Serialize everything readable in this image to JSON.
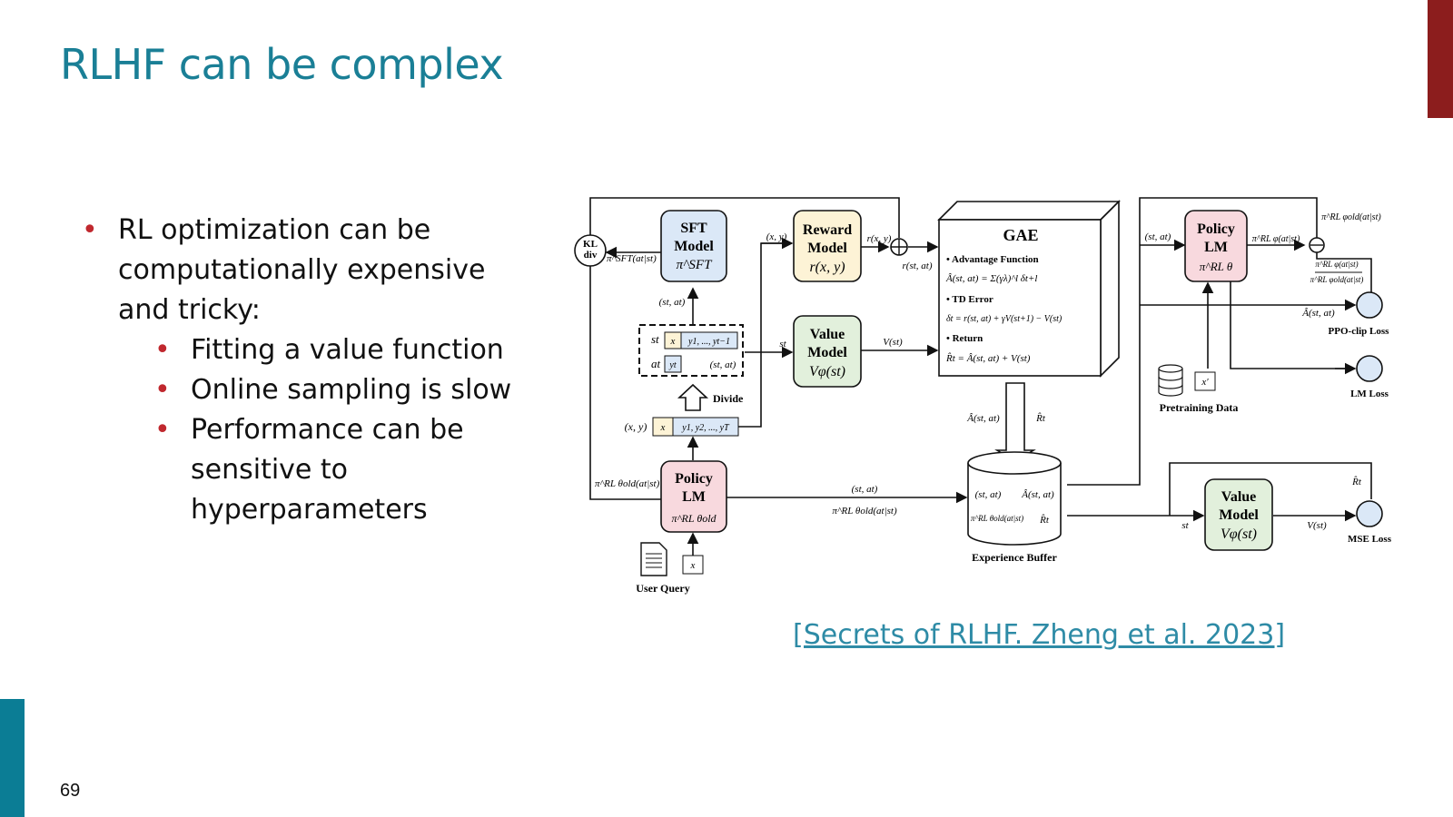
{
  "slide": {
    "title": "RLHF can be complex",
    "page_number": "69",
    "citation": "[Secrets of RLHF. Zheng et al. 2023]",
    "bullets": {
      "main": "RL optimization can be computationally expensive and tricky:",
      "sub": [
        "Fitting a value function",
        "Online sampling is slow",
        "Performance can be sensitive to hyperparameters"
      ]
    }
  },
  "colors": {
    "title": "#1a7f96",
    "bullet": "#c0282e",
    "accent_top": "#8c1d1d",
    "accent_bottom": "#0b7d95",
    "sft_fill": "#dbe8f7",
    "reward_fill": "#fdf3d6",
    "value_fill": "#e2f0dc",
    "policy_fill": "#f8d9de",
    "loss_fill": "#dbe8f7"
  },
  "diagram": {
    "kl": {
      "line1": "KL",
      "line2": "div"
    },
    "sft_model": {
      "line1": "SFT",
      "line2": "Model",
      "line3": "π^SFT"
    },
    "reward_model": {
      "line1": "Reward",
      "line2": "Model",
      "line3": "r(x, y)"
    },
    "value_model_top": {
      "line1": "Value",
      "line2": "Model",
      "line3": "Vφ(st)"
    },
    "policy_old": {
      "line1": "Policy",
      "line2": "LM",
      "line3": "π^RL θold"
    },
    "policy_new": {
      "line1": "Policy",
      "line2": "LM",
      "line3": "π^RL θ"
    },
    "value_model_right": {
      "line1": "Value",
      "line2": "Model",
      "line3": "Vφ(st)"
    },
    "gae": {
      "title": "GAE",
      "item1": "Advantage Function",
      "eq1": "Â(st, at) = Σ(γλ)^l δt+l",
      "item2": "TD Error",
      "eq2": "δt = r(st, at) + γV(st+1) − V(st)",
      "item3": "Return",
      "eq3": "R̂t = Â(st, at) + V(st)"
    },
    "experience_buffer": {
      "label": "Experience Buffer",
      "c1": "(st, at)",
      "c2": "Â(st, at)",
      "c3": "π^RL θold(at|st)",
      "c4": "R̂t"
    },
    "divide": "Divide",
    "user_query": "User Query",
    "pretraining_data": "Pretraining Data",
    "losses": {
      "ppo": "PPO-clip Loss",
      "lm": "LM Loss",
      "mse": "MSE Loss"
    },
    "tokens": {
      "x": "x",
      "x_prime": "x′",
      "yt": "yt",
      "y_prefix": "y1, ..., yt−1",
      "y_all": "y1, y2, ..., yT",
      "st": "st",
      "at": "at"
    },
    "labels": {
      "pi_sft": "π^SFT(at|st)",
      "pi_old_left": "π^RL θold(at|st)",
      "xy_1": "(x, y)",
      "xy_2": "(x, y)",
      "rxy": "r(x, y)",
      "r_sa": "r(st, at)",
      "s_a_1": "(st, at)",
      "s_a_2": "(st, at)",
      "s_a_mid": "(st, at)",
      "s_a_top": "(st, at)",
      "st_1": "st",
      "st_2": "st",
      "v_st_1": "V(st)",
      "v_st_2": "V(st)",
      "pi_old_mid": "π^RL θold(at|st)",
      "adv_label": "Â(st, at)",
      "ret_label": "R̂t",
      "pi_phi": "π^RL φ(at|st)",
      "pi_phi_old_top": "π^RL φold(at|st)",
      "ratio_num": "π^RL φ(at|st)",
      "ratio_den": "π^RL φold(at|st)",
      "adv_right": "Â(st, at)",
      "ret_right": "R̂t"
    }
  }
}
